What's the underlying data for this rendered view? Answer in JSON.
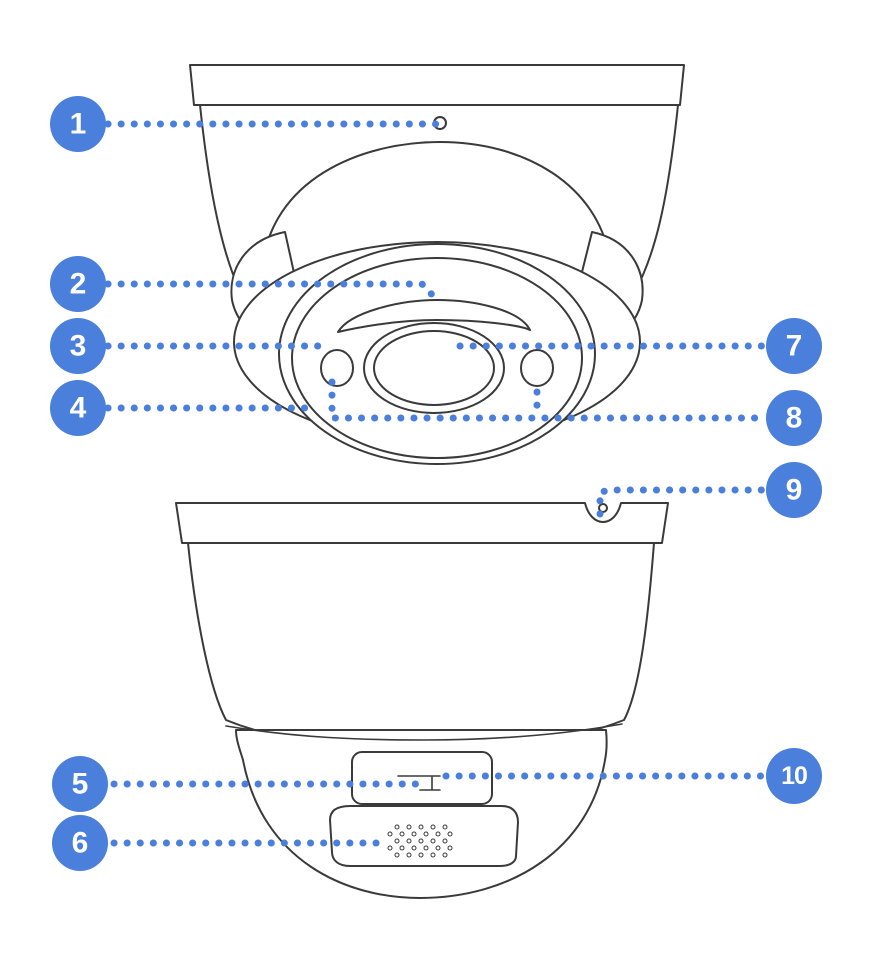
{
  "callouts": [
    {
      "id": "1",
      "label": "1"
    },
    {
      "id": "2",
      "label": "2"
    },
    {
      "id": "3",
      "label": "3"
    },
    {
      "id": "4",
      "label": "4"
    },
    {
      "id": "5",
      "label": "5"
    },
    {
      "id": "6",
      "label": "6"
    },
    {
      "id": "7",
      "label": "7"
    },
    {
      "id": "8",
      "label": "8"
    },
    {
      "id": "9",
      "label": "9"
    },
    {
      "id": "10",
      "label": "10"
    }
  ],
  "colors": {
    "accent": "#4a7fdc",
    "outline": "#3a3a3a",
    "background": "#ffffff"
  }
}
